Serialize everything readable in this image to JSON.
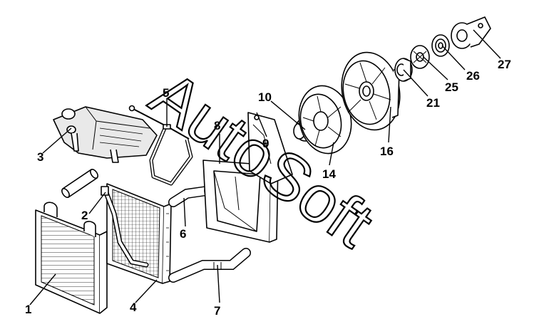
{
  "watermark": "AutoSoft",
  "callouts": {
    "c1": "1",
    "c2": "2",
    "c3": "3",
    "c4": "4",
    "c5": "5",
    "c6": "6",
    "c7": "7",
    "c8": "8",
    "c9": "9",
    "c10": "10",
    "c14": "14",
    "c16": "16",
    "c21": "21",
    "c25": "25",
    "c26": "26",
    "c27": "27"
  }
}
